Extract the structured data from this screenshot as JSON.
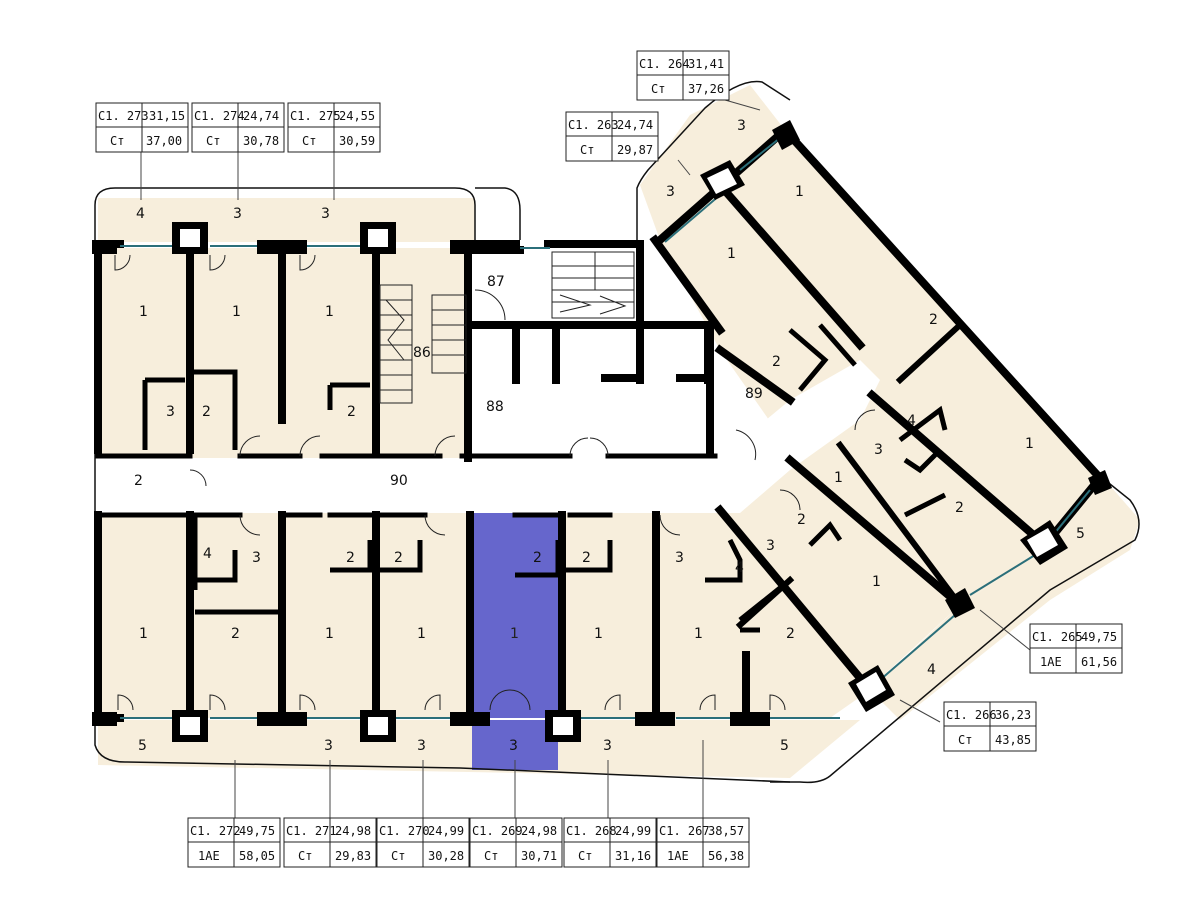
{
  "apartments_top": [
    {
      "code": "С1. 273",
      "area": "31,15",
      "type": "Ст",
      "total": "37,00"
    },
    {
      "code": "С1. 274",
      "area": "24,74",
      "type": "Ст",
      "total": "30,78"
    },
    {
      "code": "С1. 275",
      "area": "24,55",
      "type": "Ст",
      "total": "30,59"
    },
    {
      "code": "С1. 263",
      "area": "24,74",
      "type": "Ст",
      "total": "29,87"
    },
    {
      "code": "С1. 264",
      "area": "31,41",
      "type": "Ст",
      "total": "37,26"
    }
  ],
  "apartments_right": [
    {
      "code": "С1. 265",
      "area": "49,75",
      "type": "1АЕ",
      "total": "61,56"
    },
    {
      "code": "С1. 266",
      "area": "36,23",
      "type": "Ст",
      "total": "43,85"
    }
  ],
  "apartments_bottom": [
    {
      "code": "С1. 272",
      "area": "49,75",
      "type": "1АЕ",
      "total": "58,05"
    },
    {
      "code": "С1. 271",
      "area": "24,98",
      "type": "Ст",
      "total": "29,83"
    },
    {
      "code": "С1. 270",
      "area": "24,99",
      "type": "Ст",
      "total": "30,28"
    },
    {
      "code": "С1. 269",
      "area": "24,98",
      "type": "Ст",
      "total": "30,71"
    },
    {
      "code": "С1. 268",
      "area": "24,99",
      "type": "Ст",
      "total": "31,16"
    },
    {
      "code": "С1. 267",
      "area": "38,57",
      "type": "1АЕ",
      "total": "56,38"
    }
  ],
  "rooms": {
    "r1": "1",
    "r2": "2",
    "r3": "3",
    "r4": "4",
    "r5": "5",
    "stair_a": "86",
    "stair_b": "87",
    "hall": "88",
    "lift_lobby": "89",
    "corridor": "90"
  },
  "colors": {
    "room_fill": "#f7eedc",
    "wall": "#000000",
    "highlight": "#6666cc",
    "window": "#2b6f7a"
  }
}
